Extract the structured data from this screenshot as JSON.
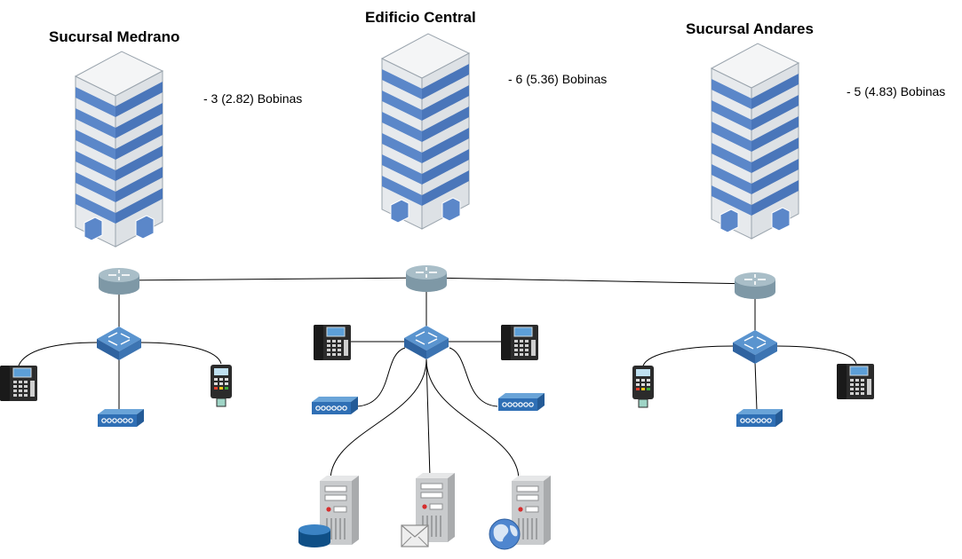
{
  "sites": {
    "medrano": {
      "title": "Sucursal Medrano",
      "cable_note": "- 3 (2.82) Bobinas"
    },
    "central": {
      "title": "Edificio Central",
      "cable_note": "- 6 (5.36) Bobinas"
    },
    "andares": {
      "title": "Sucursal Andares",
      "cable_note": "- 5 (4.83) Bobinas"
    }
  },
  "colors": {
    "building_window": "#5b87c9",
    "building_wall": "#e9ecef",
    "router": "#8fa7b3",
    "switch": "#3f78b5",
    "modem": "#2f6fb5",
    "server": "#c9cbcd",
    "link": "#000000"
  },
  "icons": [
    "building-icon",
    "router-icon",
    "switch-icon",
    "ip-phone-icon",
    "card-terminal-icon",
    "modem-icon",
    "server-icon",
    "database-icon",
    "mail-icon",
    "globe-icon"
  ]
}
